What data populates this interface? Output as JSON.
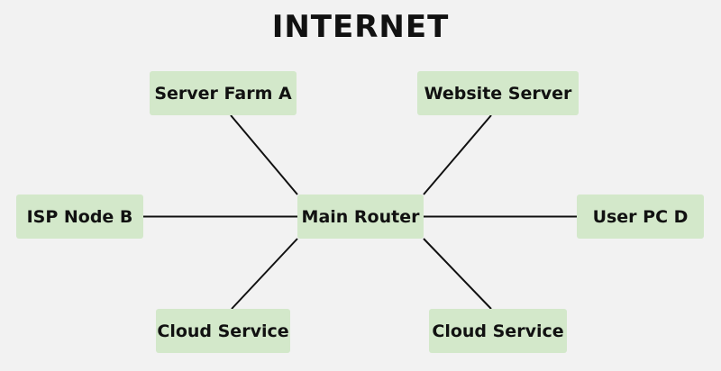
{
  "title": "INTERNET",
  "colors": {
    "background": "#f2f2f2",
    "node_fill": "#d3e8ca",
    "text": "#111111",
    "edge": "#111111"
  },
  "nodes": [
    {
      "id": "server-farm-a",
      "label": "Server Farm A"
    },
    {
      "id": "website-server",
      "label": "Website Server"
    },
    {
      "id": "isp-node-b",
      "label": "ISP Node B"
    },
    {
      "id": "main-router",
      "label": "Main Router"
    },
    {
      "id": "user-pc-d",
      "label": "User PC D"
    },
    {
      "id": "cloud-service-left",
      "label": "Cloud Service"
    },
    {
      "id": "cloud-service-right",
      "label": "Cloud Service"
    }
  ],
  "edges": [
    {
      "from": "main-router",
      "to": "server-farm-a"
    },
    {
      "from": "main-router",
      "to": "website-server"
    },
    {
      "from": "main-router",
      "to": "isp-node-b"
    },
    {
      "from": "main-router",
      "to": "user-pc-d"
    },
    {
      "from": "main-router",
      "to": "cloud-service-left"
    },
    {
      "from": "main-router",
      "to": "cloud-service-right"
    }
  ]
}
